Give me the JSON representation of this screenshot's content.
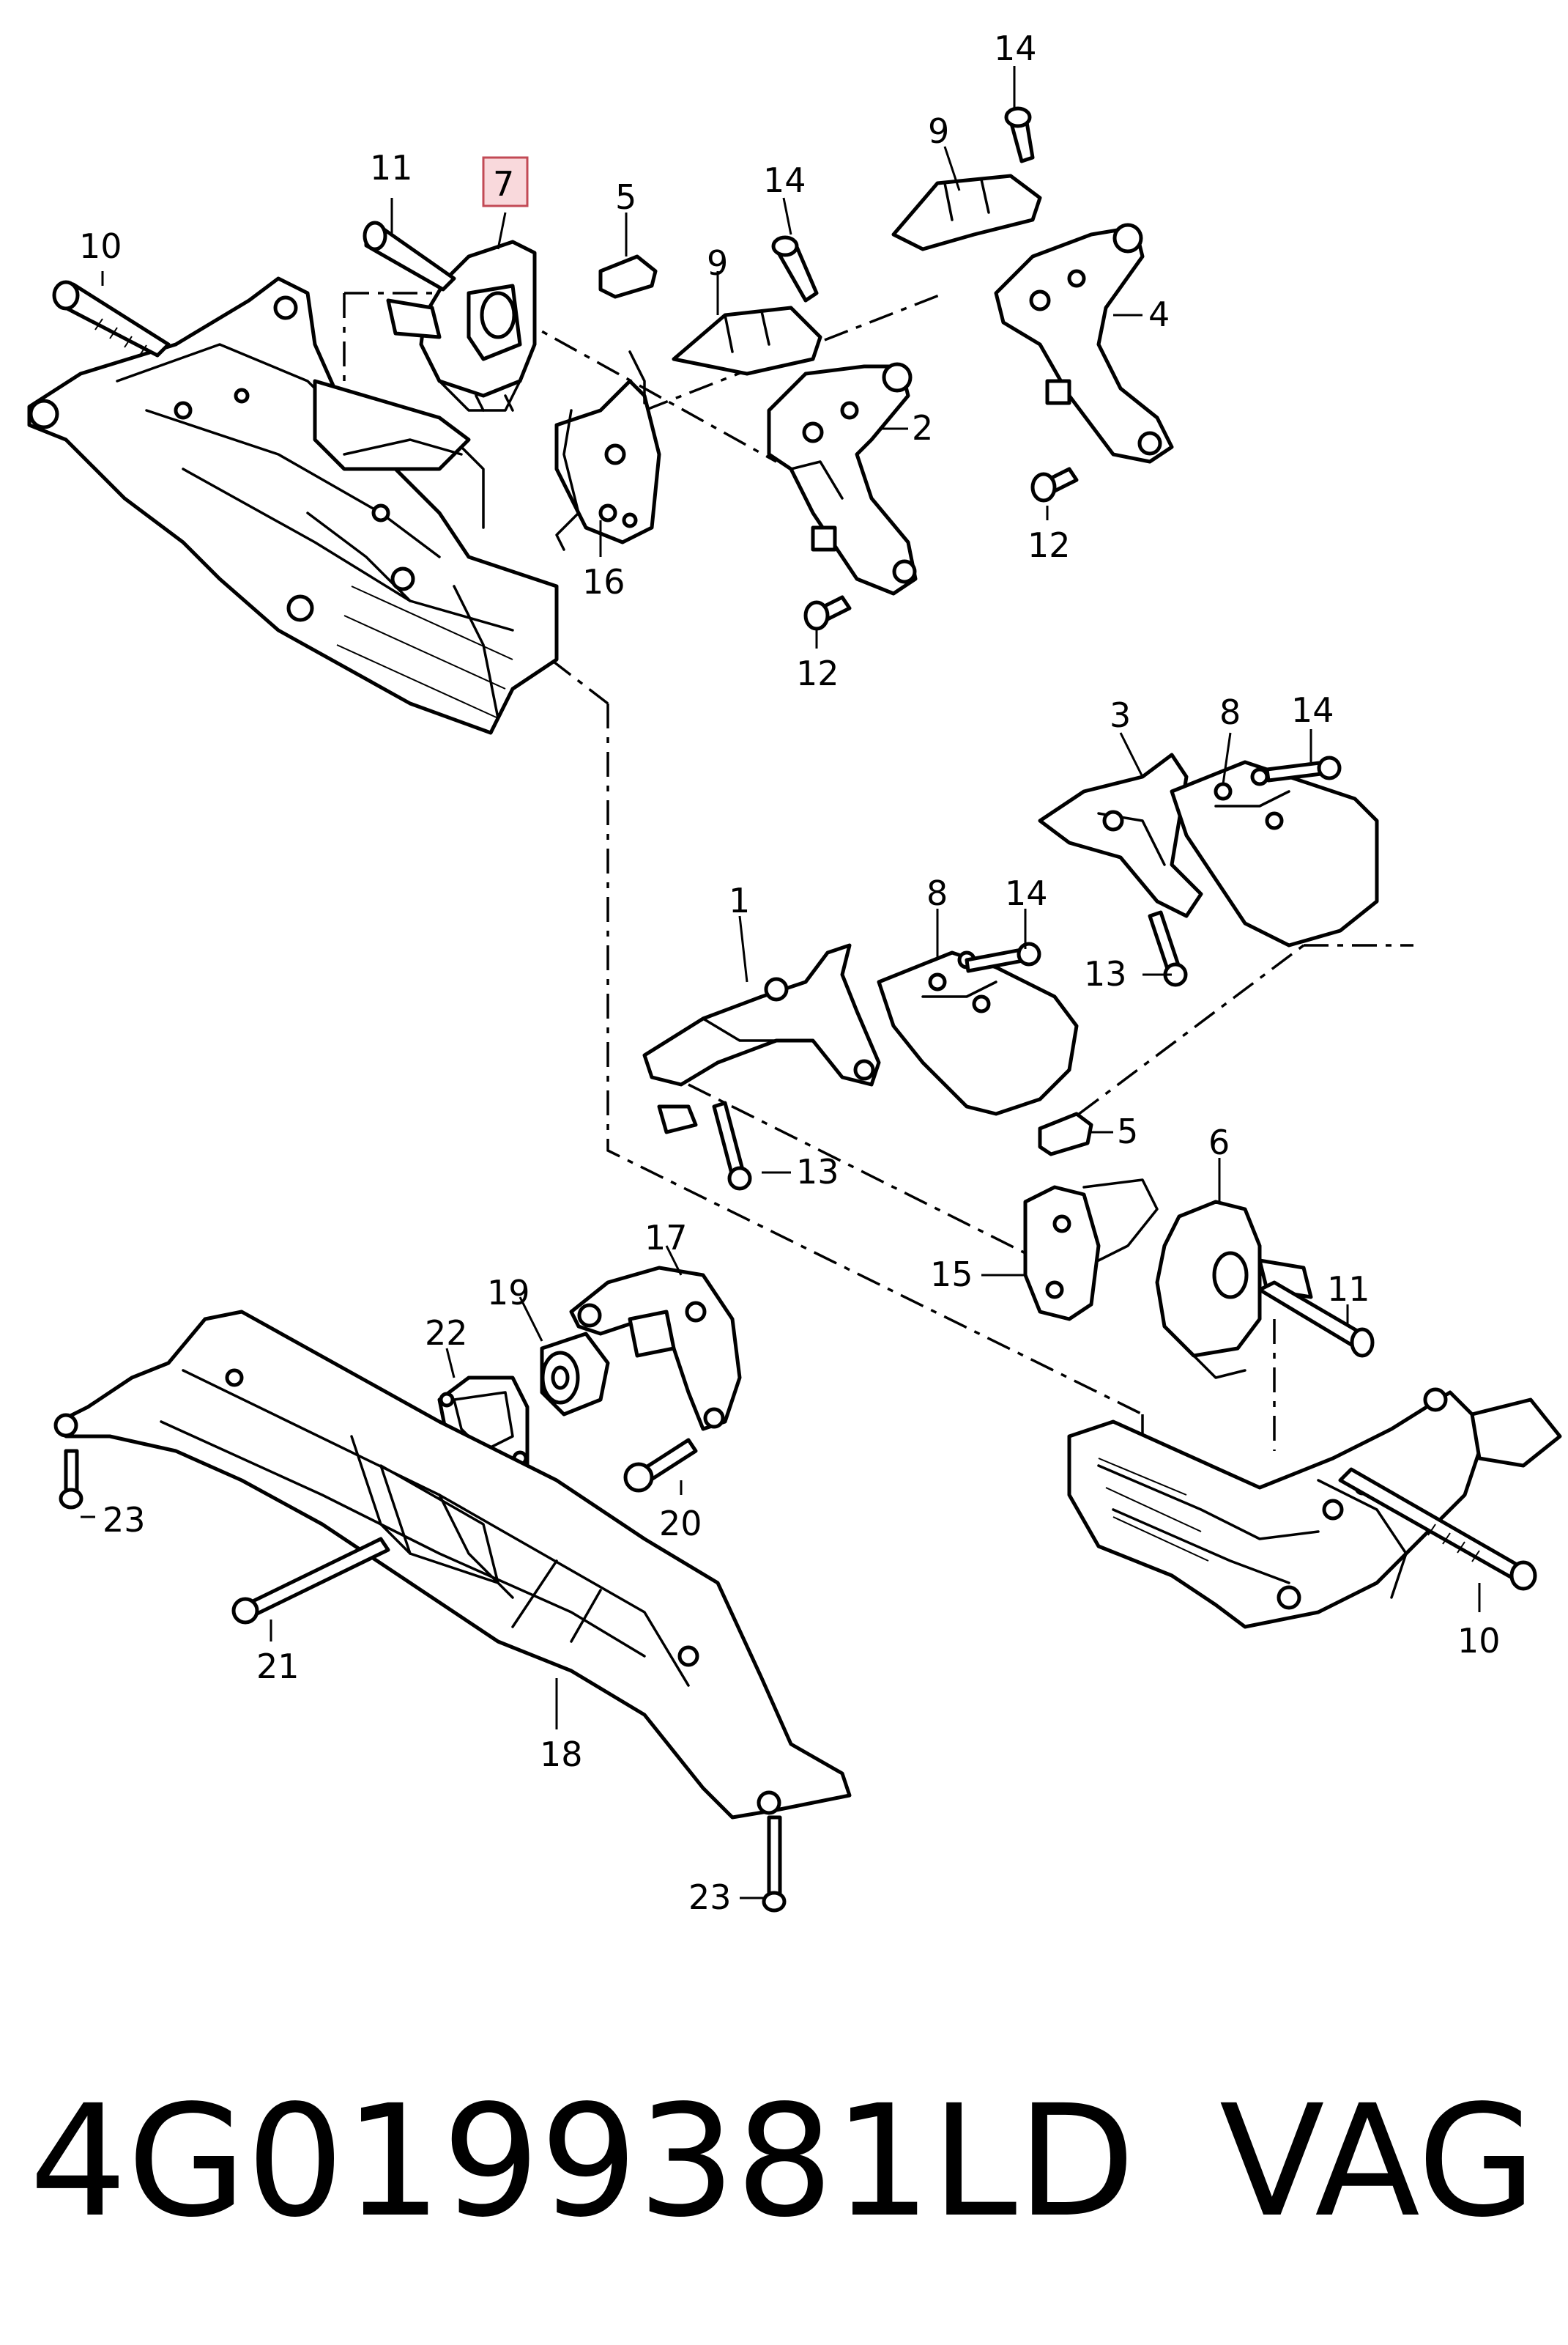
{
  "diagram": {
    "callouts": {
      "c1": "1",
      "c2": "2",
      "c3": "3",
      "c4": "4",
      "c5a": "5",
      "c5b": "5",
      "c6": "6",
      "c7": "7",
      "c8a": "8",
      "c8b": "8",
      "c9a": "9",
      "c9b": "9",
      "c10a": "10",
      "c10b": "10",
      "c11a": "11",
      "c11b": "11",
      "c12a": "12",
      "c12b": "12",
      "c13a": "13",
      "c13b": "13",
      "c14a": "14",
      "c14b": "14",
      "c14c": "14",
      "c14d": "14",
      "c15": "15",
      "c16": "16",
      "c17": "17",
      "c18": "18",
      "c19": "19",
      "c20": "20",
      "c21": "21",
      "c22": "22",
      "c23a": "23",
      "c23b": "23"
    },
    "highlighted_callout": "7",
    "highlight_color": "#f9d9dc"
  },
  "footer": {
    "part_number": "4G0199381LD",
    "vendor": "VAG"
  }
}
